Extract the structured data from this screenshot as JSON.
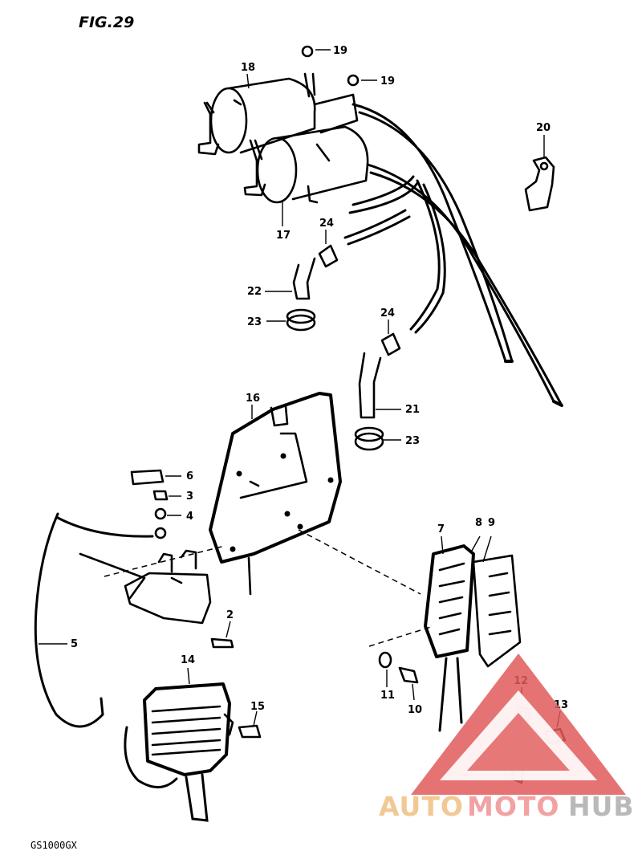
{
  "figure": {
    "title": "FIG.29",
    "model_code": "GS1000GX"
  },
  "callouts": [
    "19",
    "19",
    "18",
    "20",
    "17",
    "24",
    "22",
    "23",
    "24",
    "21",
    "23",
    "16",
    "6",
    "3",
    "4",
    "5",
    "2",
    "7",
    "8",
    "9",
    "14",
    "15",
    "11",
    "10",
    "12",
    "13"
  ],
  "watermark": {
    "auto": "AUTO",
    "moto": "MOTO",
    "hub": "HUB",
    "colors": {
      "auto": "#f2c893",
      "moto": "#f2a2a2",
      "hub": "#b9b9b9",
      "triangle": "#e05a5a"
    }
  }
}
